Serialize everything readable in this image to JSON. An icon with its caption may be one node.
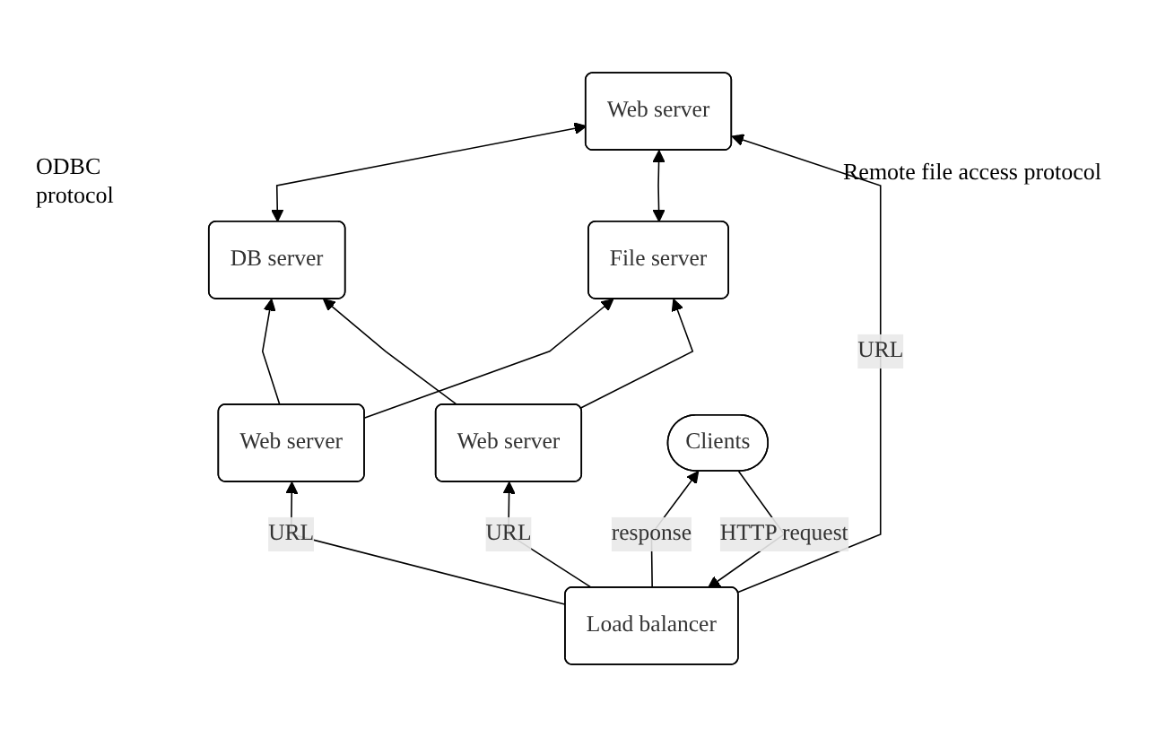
{
  "diagram": {
    "nodes": [
      {
        "text": [
          "DB server"
        ]
      },
      {
        "text": [
          "File server"
        ]
      },
      {
        "text": [
          "Web server"
        ]
      },
      {
        "text": [
          "Web server"
        ]
      },
      {
        "text": [
          "Web server"
        ]
      },
      {
        "text": [
          "Load balancer"
        ]
      },
      {
        "text": [
          "Clients"
        ]
      }
    ],
    "edges": [
      {
        "from": 2,
        "to": 0,
        "arrow": "to"
      },
      {
        "from": 2,
        "to": 1,
        "arrow": "to"
      },
      {
        "from": 0,
        "to": 3,
        "arrow": "both"
      },
      {
        "from": 1,
        "to": 3,
        "arrow": "both"
      },
      {
        "from": 4,
        "to": 0,
        "arrow": "to"
      },
      {
        "from": 4,
        "to": 1,
        "arrow": "to"
      },
      {
        "from": 5,
        "to": 2,
        "arrow": "to",
        "label": "URL"
      },
      {
        "from": 5,
        "to": 3,
        "arrow": "to",
        "label": "URL"
      },
      {
        "from": 5,
        "to": 4,
        "arrow": "to",
        "label": "URL"
      },
      {
        "from": 6,
        "to": 5,
        "arrow": "to",
        "label": "HTTP request"
      },
      {
        "from": 5,
        "to": 6,
        "arrow": "to",
        "label": "response"
      }
    ],
    "labels": [
      "ODBC protocol",
      "Remote file access protocol"
    ]
  }
}
